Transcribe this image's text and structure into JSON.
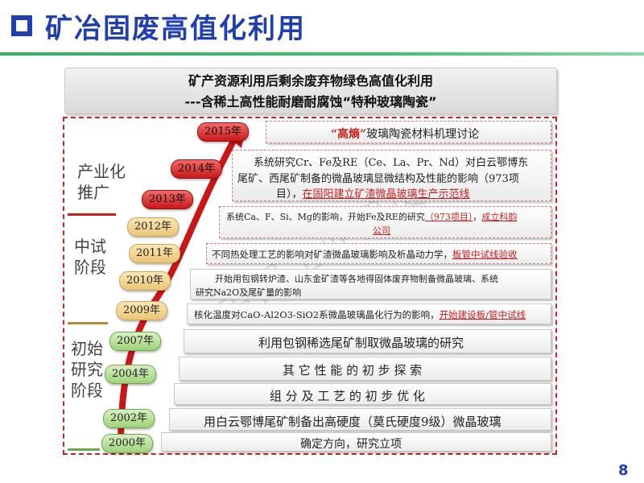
{
  "header": {
    "title": "矿冶固废高值化利用"
  },
  "subtitle": {
    "line1": "矿产资源利用后剩余废弃物绿色高值化利用",
    "line2": "---含稀土高性能耐磨耐腐蚀“特种玻璃陶瓷”"
  },
  "stages": {
    "industrial": "产业化推广",
    "pilot": "中试阶段",
    "initial": "初始研究阶段"
  },
  "years": {
    "y2015": "2015年",
    "y2014": "2014年",
    "y2013": "2013年",
    "y2012": "2012年",
    "y2011": "2011年",
    "y2010": "2010年",
    "y2009": "2009年",
    "y2007": "2007年",
    "y2004": "2004年",
    "y2002": "2002年",
    "y2000": "2000年"
  },
  "items": {
    "i2015": {
      "hl": "“高熵”",
      "rest": "玻璃陶瓷材料机理讨论"
    },
    "i2014": {
      "l1": "系统研究Cr、Fe及RE（Ce、La、Pr、Nd）对白云鄂博东",
      "l2": "尾矿、西尾矿制备的微晶玻璃显微结构及性能的影响（973项",
      "l3a": "目），",
      "l3b": "在固阳建立矿渣微晶玻璃生产示范线"
    },
    "i2012": {
      "l1a": "系统Ca、F、Si、Mg的影响，开始Fe及RE的研究",
      "l1b": "（973项目）",
      "l1c": "，",
      "l1d": "成立科韵",
      "l2": "公司"
    },
    "i2011": {
      "a": "不同热处理工艺的影响对矿渣微晶玻璃影响及析晶动力学，",
      "b": "板管中试线验收"
    },
    "i2010": {
      "l1": "开始用包钢转炉渣、山东金矿渣等各地得固体废弃物制备微晶玻璃、系统",
      "l2": "研究Na2O及尾矿量的影响"
    },
    "i2009": {
      "a": "核化温度对CaO-Al2O3-SiO2系微晶玻璃晶化行为的影响，",
      "b": "开始建设板/管中试线"
    },
    "i2007": "利用包钢稀选尾矿制取微晶玻璃的研究",
    "i2004": "其 它 性 能 的 初 步 探 索",
    "i2002_5": "组 分 及 工 艺 的 初 步 优 化",
    "i2002": "用白云鄂博尾矿制备出高硬度（莫氏硬度9级）微晶玻璃",
    "i2000": "确定方向，研究立项"
  },
  "watermark": "中国工业固废网",
  "page_number": "8",
  "colors": {
    "title_blue": "#1f3fae",
    "accent_red": "#c81e1e",
    "rule_green": "#3cc36a"
  }
}
